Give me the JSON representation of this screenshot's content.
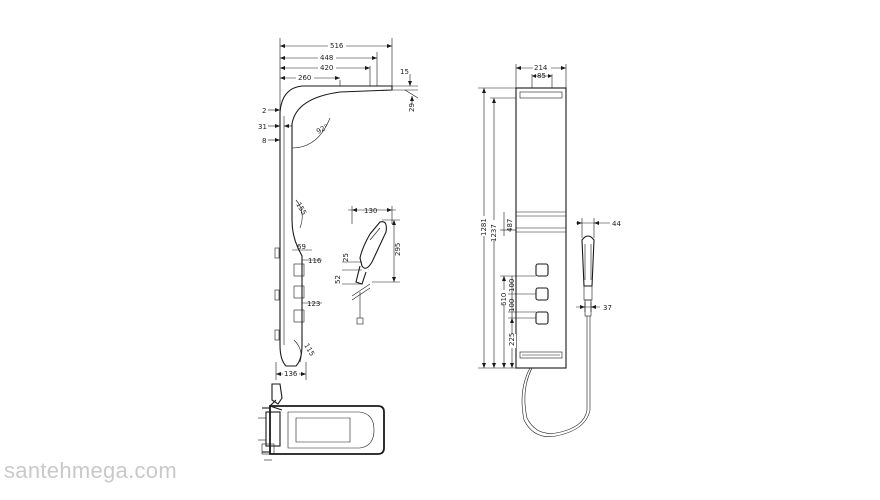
{
  "watermark": "santehmega.com",
  "side_view": {
    "dims_top": [
      "516",
      "448",
      "420",
      "260"
    ],
    "dim_15": "15",
    "dim_29": "29",
    "dim_2": "2",
    "dim_31": "31",
    "dim_8": "8",
    "dim_r92": "92°",
    "dim_155": "155",
    "dim_69": "69",
    "dim_116": "116",
    "dim_123": "123",
    "dim_115": "115",
    "dim_136": "136"
  },
  "hand_shower": {
    "dim_130": "130",
    "dim_295": "295",
    "dim_25": "25",
    "dim_52": "52"
  },
  "front_view": {
    "dim_214": "214",
    "dim_85": "85",
    "dim_1281": "1281",
    "dim_1237": "1237",
    "dim_487": "487",
    "dim_610": "610",
    "dim_100a": "100",
    "dim_100b": "100",
    "dim_225": "225",
    "dim_44": "44",
    "dim_37": "37"
  }
}
